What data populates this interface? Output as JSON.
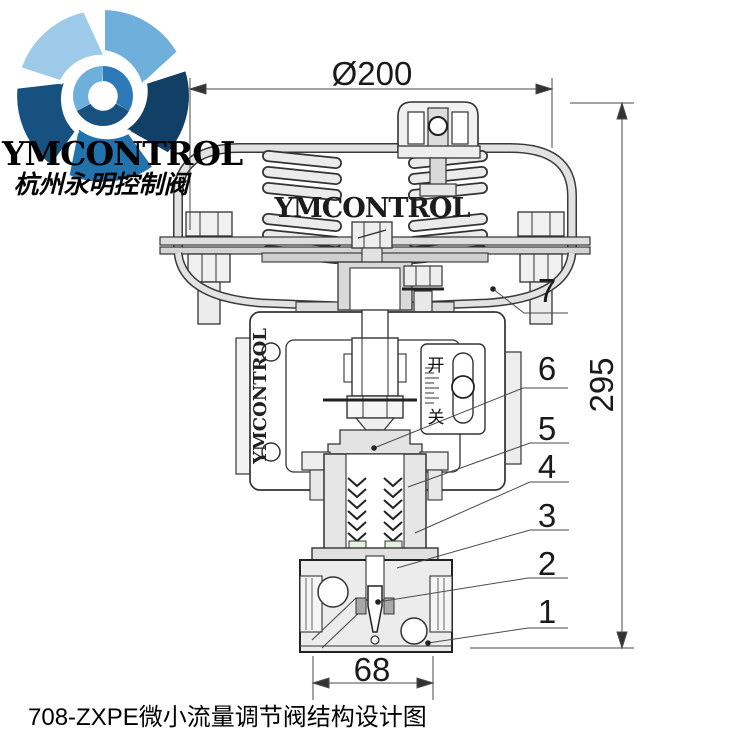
{
  "logo": {
    "name": "YMCONTROL",
    "subtitle_cn": "杭州永明控制阀"
  },
  "drawing": {
    "watermark_dome": "YMCONTROL",
    "watermark_yoke": "YMCONTROL",
    "scale": {
      "open_cn": "开",
      "close_cn": "关"
    },
    "dimensions": {
      "top_diameter": "Ø200",
      "overall_height": "295",
      "body_width": "68"
    },
    "part_labels": [
      "1",
      "2",
      "3",
      "4",
      "5",
      "6",
      "7"
    ]
  },
  "caption": "708-ZXPE微小流量调节阀结构设计图",
  "colors": {
    "logo_blue_dark": "#123f66",
    "logo_blue": "#2272ad",
    "logo_blue_light": "#6fafdc",
    "logo_blue_pale": "#9ccae8",
    "line": "#2b2b2b",
    "metal_light": "#ececec",
    "metal_mid": "#d9d9d9",
    "packing_green": "#e4f1da"
  }
}
